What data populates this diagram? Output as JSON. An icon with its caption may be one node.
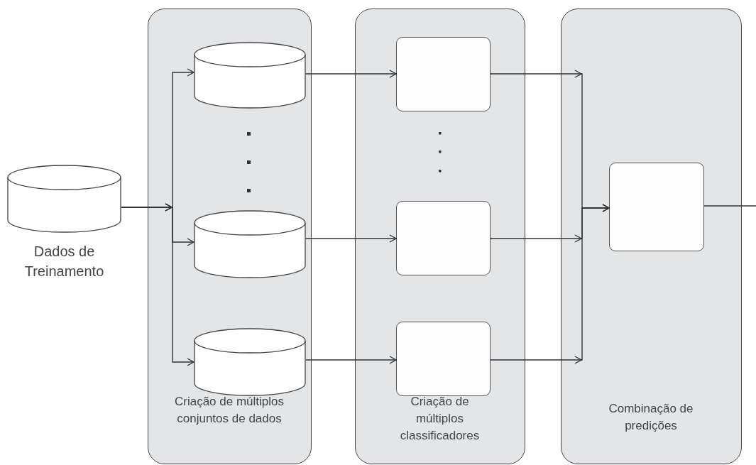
{
  "diagram": {
    "nodes": [
      {
        "text": [],
        "shape": "cylinder",
        "beside": [
          "Dados de Treinamento"
        ]
      },
      {
        "text": [
          "Criação de múltiplos conjuntos de dados"
        ]
      },
      {
        "text": [],
        "shape": "cylinder",
        "in": 1
      },
      {
        "text": [],
        "shape": "cylinder",
        "in": 1
      },
      {
        "text": [],
        "shape": "cylinder",
        "in": 1
      },
      {
        "text": [
          "Criação de múltiplos classificadores"
        ]
      },
      {
        "text": [],
        "shape": "box",
        "in": 5
      },
      {
        "text": [],
        "shape": "box",
        "in": 5
      },
      {
        "text": [],
        "shape": "box",
        "in": 5
      },
      {
        "text": [
          "Combinação de predições"
        ]
      },
      {
        "text": [],
        "shape": "box",
        "in": 9
      }
    ],
    "edges": [
      {
        "from": 0,
        "to": 2,
        "arrow": "to"
      },
      {
        "from": 0,
        "to": 3,
        "arrow": "to"
      },
      {
        "from": 0,
        "to": 4,
        "arrow": "to"
      },
      {
        "from": 2,
        "to": 6,
        "arrow": "to"
      },
      {
        "from": 3,
        "to": 7,
        "arrow": "to"
      },
      {
        "from": 4,
        "to": 8,
        "arrow": "to"
      },
      {
        "from": 6,
        "to": 10,
        "arrow": "to"
      },
      {
        "from": 7,
        "to": 10,
        "arrow": "to"
      },
      {
        "from": 8,
        "to": 10,
        "arrow": "to"
      },
      {
        "from": 10,
        "to": null,
        "arrow": "none"
      }
    ]
  }
}
